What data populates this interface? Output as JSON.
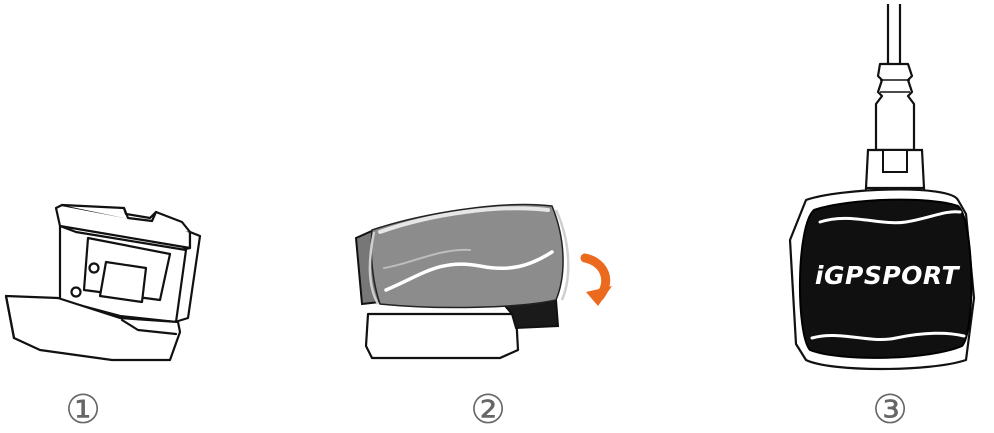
{
  "steps": [
    {
      "number": "①"
    },
    {
      "number": "②"
    },
    {
      "number": "③"
    }
  ],
  "device": {
    "brand": "iGPSPORT"
  },
  "colors": {
    "line": "#111111",
    "strap_gray": "#8a8a8a",
    "device_body": "#101010",
    "arrow": "#ec6a1e",
    "step_number": "#666666"
  }
}
